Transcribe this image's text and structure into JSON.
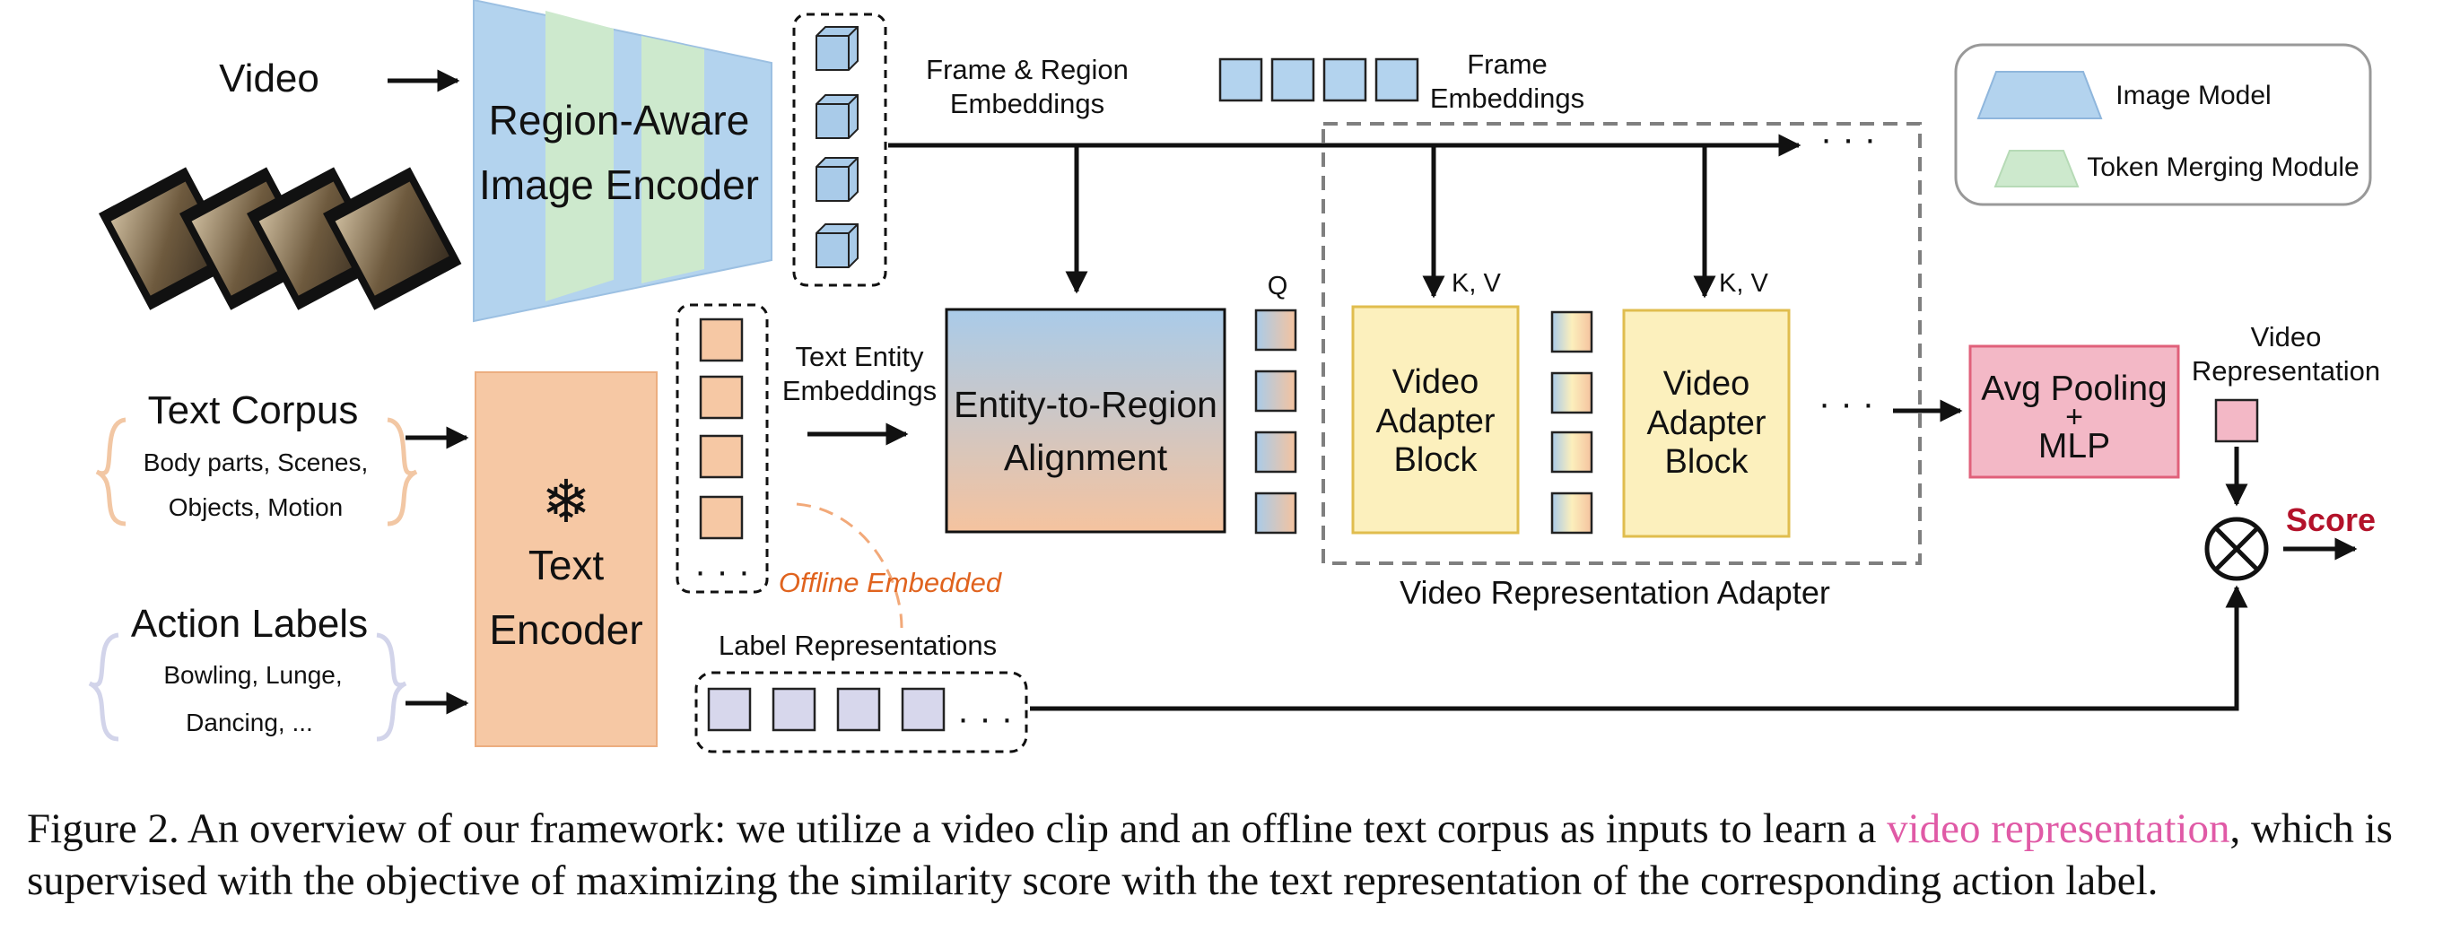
{
  "labels": {
    "video": "Video",
    "image_encoder_line1": "Region-Aware",
    "image_encoder_line2": "Image Encoder",
    "frame_region_line1": "Frame & Region",
    "frame_region_line2": "Embeddings",
    "frame_emb_line1": "Frame",
    "frame_emb_line2": "Embeddings",
    "text_corpus_title": "Text Corpus",
    "text_corpus_line1": "Body parts,  Scenes,",
    "text_corpus_line2": "Objects,  Motion",
    "action_labels_title": "Action Labels",
    "action_labels_line1": "Bowling, Lunge,",
    "action_labels_line2": "Dancing, ...",
    "snowflake": "❄",
    "text_encoder_line1": "Text",
    "text_encoder_line2": "Encoder",
    "text_entity_line1": "Text Entity",
    "text_entity_line2": "Embeddings",
    "alignment_line1": "Entity-to-Region",
    "alignment_line2": "Alignment",
    "q": "Q",
    "kv1": "K, V",
    "kv2": "K, V",
    "adapter1_line1": "Video",
    "adapter1_line2": "Adapter",
    "adapter1_line3": "Block",
    "adapter2_line1": "Video",
    "adapter2_line2": "Adapter",
    "adapter2_line3": "Block",
    "adapter_title": "Video Representation Adapter",
    "avgpool_line1": "Avg Pooling",
    "avgpool_line2": "+",
    "avgpool_line3": "MLP",
    "video_rep_line1": "Video",
    "video_rep_line2": "Representation",
    "score": "Score",
    "offline": "Offline Embedded",
    "label_reps": "Label Representations",
    "ellipsis": "· · ·",
    "legend_image_model": "Image Model",
    "legend_token_merging": "Token Merging Module"
  },
  "caption": {
    "prefix": "Figure 2. An overview of our framework: we utilize a video clip and an offline text corpus as inputs to learn a ",
    "highlight": "video representation",
    "suffix": ", which is supervised with the objective of maximizing the similarity score with the text representation of the corresponding action label."
  },
  "colors": {
    "image_model_blue": "#b3d3ee",
    "token_merge_green": "#cde9cd",
    "text_encoder_orange": "#f6c8a4",
    "adapter_yellow": "#fcf0bd",
    "avgpool_pink": "#f3b8c6",
    "label_lavender": "#d7d7ec",
    "score_red": "#b3122a",
    "offline_orange": "#e0631e",
    "highlight_pink": "#e05aa6"
  }
}
